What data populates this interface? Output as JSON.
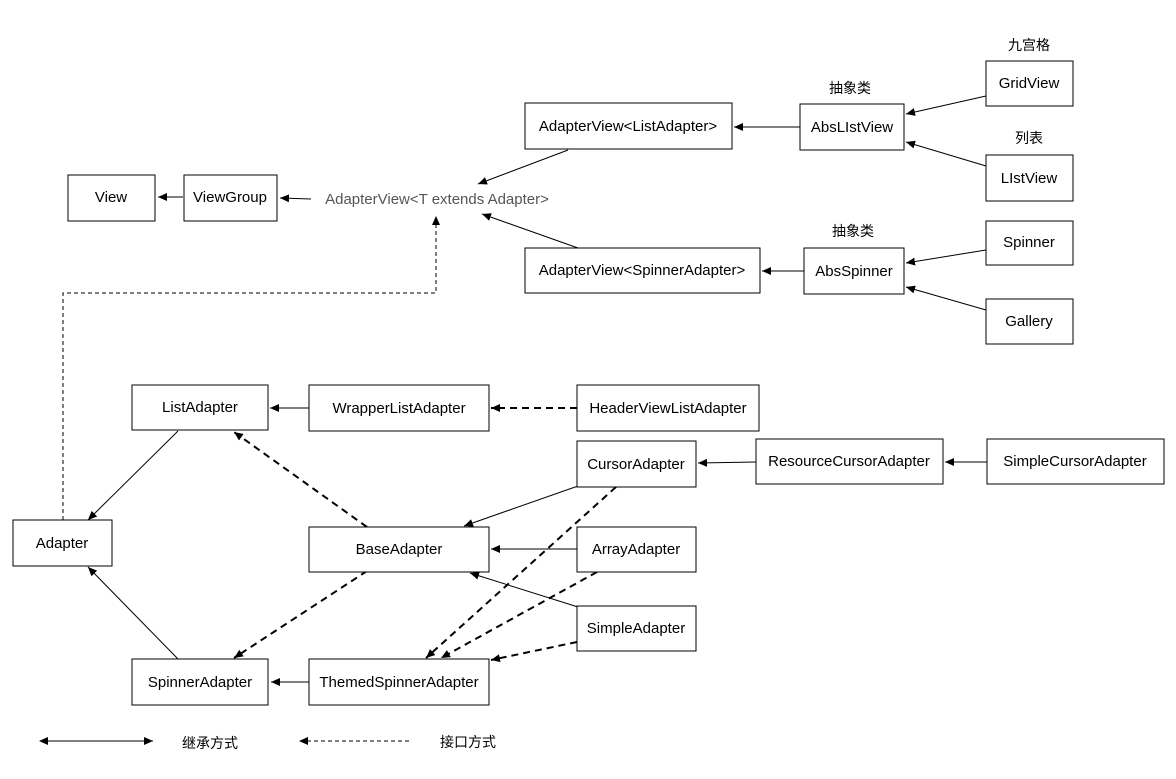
{
  "nodes": {
    "view": "View",
    "viewgroup": "ViewGroup",
    "adapterview_generic": "AdapterView<T extends Adapter>",
    "adapterview_list": "AdapterView<ListAdapter>",
    "adapterview_spinner": "AdapterView<SpinnerAdapter>",
    "abslistview": "AbsLIstView",
    "absspinner": "AbsSpinner",
    "gridview": "GridView",
    "listview": "LIstView",
    "spinner": "Spinner",
    "gallery": "Gallery",
    "listadapter": "ListAdapter",
    "wrapperlistadapter": "WrapperListAdapter",
    "headerviewlistadapter": "HeaderViewListAdapter",
    "cursoradapter": "CursorAdapter",
    "resourcecursoradapter": "ResourceCursorAdapter",
    "simplecursoradapter": "SimpleCursorAdapter",
    "adapter": "Adapter",
    "baseadapter": "BaseAdapter",
    "arrayadapter": "ArrayAdapter",
    "simpleadapter": "SimpleAdapter",
    "spinneradapter": "SpinnerAdapter",
    "themedspinneradapter": "ThemedSpinnerAdapter"
  },
  "annotations": {
    "gridview_note": "九宫格",
    "listview_note": "列表",
    "abslistview_note": "抽象类",
    "absspinner_note": "抽象类"
  },
  "legend": {
    "inherit_label": "继承方式",
    "interface_label": "接口方式"
  }
}
